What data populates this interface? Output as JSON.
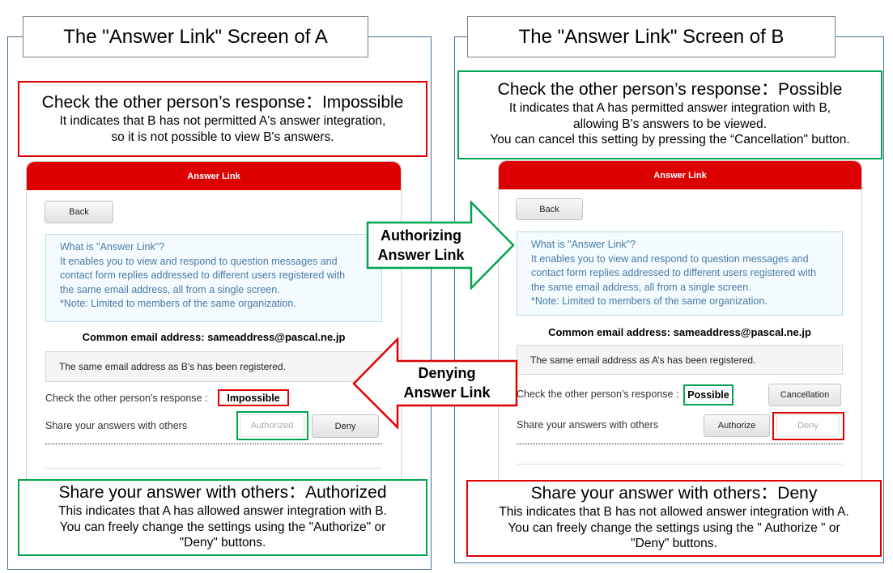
{
  "left": {
    "title": "The \"Answer Link\" Screen of A",
    "top_callout": {
      "heading": "Check the other person’s response：Impossible",
      "lines": [
        "It indicates that B has not permitted A's answer integration,",
        "so it is not possible to view B's answers."
      ]
    },
    "app": {
      "header": "Answer Link",
      "back": "Back",
      "info": [
        "What is \"Answer Link\"?",
        "It enables you to view and respond to question messages and",
        "contact form replies addressed to different users registered with",
        "the same email address, all from a single screen.",
        "*Note: Limited to members of the same organization."
      ],
      "email": "Common email address: sameaddress@pascal.ne.jp",
      "notice": "The same email address as B’s has been registered.",
      "response_label": "Check the other person's response :",
      "response_value": "Impossible",
      "share_label": "Share your answers with others",
      "authorize_button": "Authorized",
      "deny_button": "Deny"
    },
    "bottom_callout": {
      "heading": "Share your answer with others：Authorized",
      "lines": [
        "This indicates that A has allowed answer integration with B.",
        "You can freely change the settings using the \"Authorize\" or",
        "\"Deny\" buttons."
      ]
    }
  },
  "right": {
    "title": "The \"Answer Link\" Screen of B",
    "top_callout": {
      "heading": "Check the other person’s response：Possible",
      "lines": [
        "It indicates that A has permitted answer integration with B,",
        "allowing B's answers to be viewed.",
        "You can cancel this setting by pressing the “Cancellation\" button."
      ]
    },
    "app": {
      "header": "Answer Link",
      "back": "Back",
      "info": [
        "What is \"Answer Link\"?",
        "It enables you to view and respond to question messages and",
        "contact form replies addressed to different users registered with",
        "the same email address, all from a single screen.",
        "*Note: Limited to members of the same organization."
      ],
      "email": "Common email address: sameaddress@pascal.ne.jp",
      "notice": "The same email address as A’s has been registered.",
      "response_label": "Check the other person's response :",
      "response_value": "Possible",
      "cancel_button": "Cancellation",
      "share_label": "Share your answers with others",
      "authorize_button": "Authorize",
      "deny_button": "Deny"
    },
    "bottom_callout": {
      "heading": "Share your answer with others：Deny",
      "lines": [
        "This indicates that B has not allowed answer integration with A.",
        "You can freely change the settings using the \" Authorize \" or",
        "\"Deny\" buttons."
      ]
    }
  },
  "arrows": {
    "authorize": [
      "Authorizing",
      "Answer Link"
    ],
    "deny": [
      "Denying",
      "Answer Link"
    ]
  },
  "colors": {
    "header_red": "#dc0000",
    "highlight_red": "#e00000",
    "highlight_green": "#00a550",
    "panel_border": "#41719c"
  }
}
